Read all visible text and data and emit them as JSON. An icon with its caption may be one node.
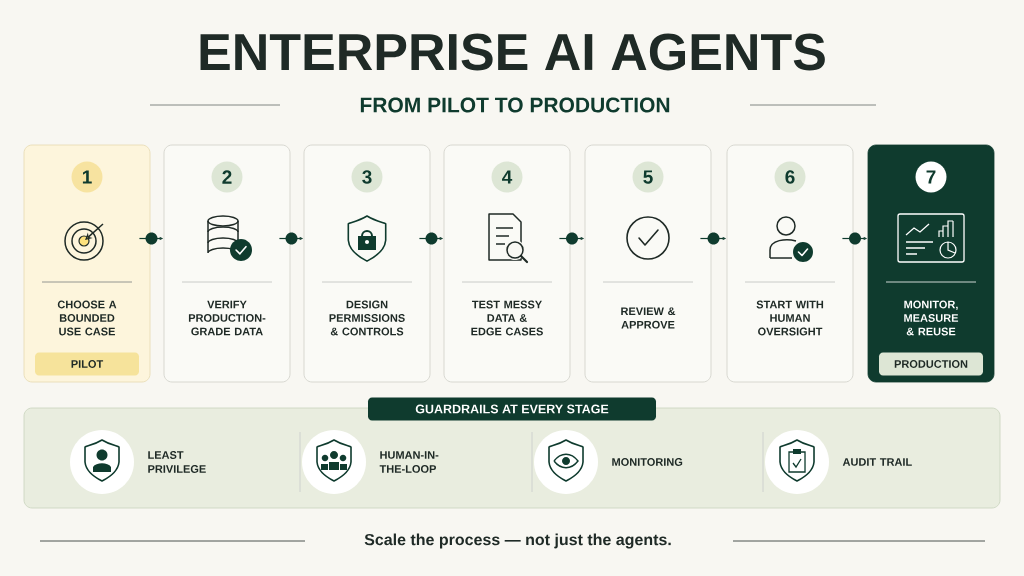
{
  "diagram": {
    "title": "ENTERPRISE AI AGENTS",
    "caption": "Scale the process — not just the agents.",
    "nodes": [
      {
        "text": [
          "1",
          "CHOOSE A BOUNDED USE CASE",
          "PILOT"
        ]
      },
      {
        "text": [
          "2",
          "VERIFY PRODUCTION-GRADE DATA"
        ]
      },
      {
        "text": [
          "3",
          "DESIGN PERMISSIONS & CONTROLS"
        ]
      },
      {
        "text": [
          "4",
          "TEST MESSY DATA & EDGE CASES"
        ]
      },
      {
        "text": [
          "5",
          "REVIEW & APPROVE"
        ]
      },
      {
        "text": [
          "6",
          "START WITH HUMAN OVERSIGHT"
        ]
      },
      {
        "text": [
          "7",
          "MONITOR, MEASURE & REUSE",
          "PRODUCTION"
        ]
      },
      {
        "text": [
          "GUARDRAILS AT EVERY STAGE"
        ]
      },
      {
        "text": [
          "LEAST PRIVILEGE"
        ],
        "in": 7
      },
      {
        "text": [
          "HUMAN-IN-THE-LOOP"
        ],
        "in": 7
      },
      {
        "text": [
          "MONITORING"
        ],
        "in": 7
      },
      {
        "text": [
          "AUDIT TRAIL"
        ],
        "in": 7
      }
    ],
    "edges": [
      {
        "from": 0,
        "to": 1,
        "arrow": "to"
      },
      {
        "from": 1,
        "to": 2,
        "arrow": "to"
      },
      {
        "from": 2,
        "to": 3,
        "arrow": "to"
      },
      {
        "from": 3,
        "to": 4,
        "arrow": "to"
      },
      {
        "from": 4,
        "to": 5,
        "arrow": "to"
      },
      {
        "from": 5,
        "to": 6,
        "arrow": "to"
      }
    ],
    "labels": [
      "FROM PILOT TO PRODUCTION"
    ]
  }
}
